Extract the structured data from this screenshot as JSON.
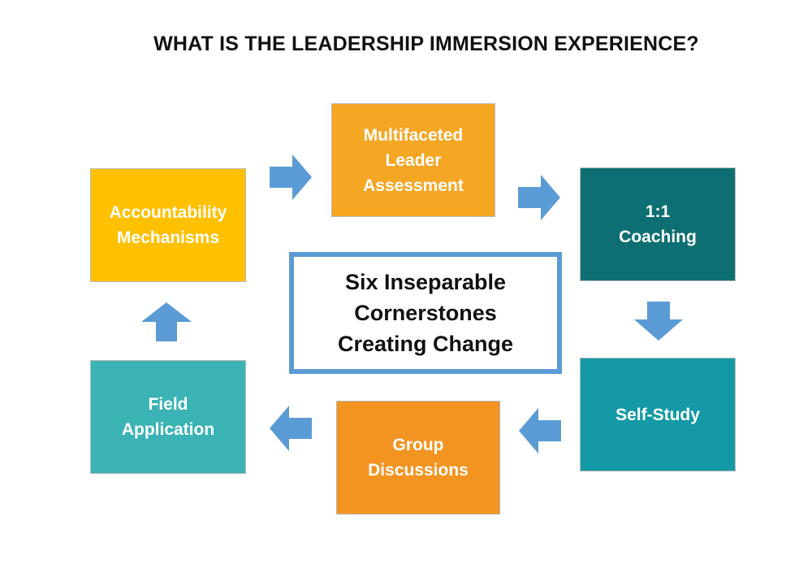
{
  "title": "WHAT IS THE LEADERSHIP IMMERSION EXPERIENCE?",
  "center": {
    "label": "Six Inseparable\nCornerstones\nCreating Change"
  },
  "cornerstones": [
    {
      "id": "assessment",
      "label": "Multifaceted\nLeader\nAssessment",
      "color": "#f5a623"
    },
    {
      "id": "coaching",
      "label": "1:1\nCoaching",
      "color": "#0e6f72"
    },
    {
      "id": "self-study",
      "label": "Self-Study",
      "color": "#139aa6"
    },
    {
      "id": "group",
      "label": "Group\nDiscussions",
      "color": "#f39422"
    },
    {
      "id": "field",
      "label": "Field\nApplication",
      "color": "#3bb3b5"
    },
    {
      "id": "accountability",
      "label": "Accountability\nMechanisms",
      "color": "#ffc000"
    }
  ],
  "arrow_color": "#5b9bd5"
}
